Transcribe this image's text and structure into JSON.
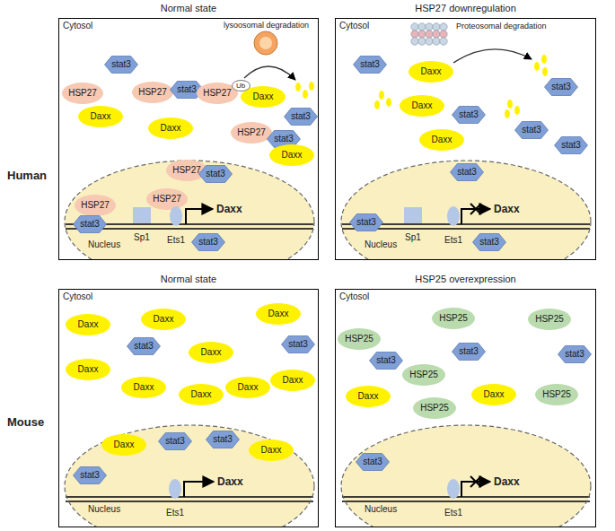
{
  "diagram": {
    "nodes": [
      {
        "text": [
          "Normal state",
          "Cytosol"
        ]
      },
      {
        "text": [
          "stat3"
        ],
        "in": 0
      },
      {
        "text": [
          "HSP27"
        ],
        "in": 0
      },
      {
        "text": [
          "Daxx"
        ],
        "in": 0
      },
      {
        "text": [
          "HSP27"
        ],
        "in": 0
      },
      {
        "text": [
          "stat3"
        ],
        "in": 0
      },
      {
        "text": [
          "HSP27"
        ],
        "in": 0
      },
      {
        "text": [
          "Daxx"
        ],
        "in": 0
      },
      {
        "text": [
          "Ub"
        ],
        "in": 0
      },
      {
        "text": [
          "stat3"
        ],
        "in": 0
      },
      {
        "text": [
          "Daxx"
        ],
        "in": 0
      },
      {
        "text": [
          "HSP27"
        ],
        "in": 0
      },
      {
        "text": [
          "stat3"
        ],
        "in": 0
      },
      {
        "text": [
          "Daxx"
        ],
        "in": 0
      },
      {
        "text": [
          "Nucleus"
        ],
        "in": 0
      },
      {
        "text": [
          "HSP27"
        ],
        "in": 14
      },
      {
        "text": [
          "stat3"
        ],
        "in": 14
      },
      {
        "text": [
          "HSP27"
        ],
        "in": 14
      },
      {
        "text": [
          "stat3"
        ],
        "in": 14
      },
      {
        "text": [
          "Sp1"
        ],
        "in": 14
      },
      {
        "text": [
          "HSP27"
        ],
        "in": 14
      },
      {
        "text": [
          "Ets1"
        ],
        "in": 14
      },
      {
        "text": [
          "stat3"
        ],
        "in": 14
      },
      {
        "text": [
          "HSP27 downregulation",
          "Cytosol"
        ]
      },
      {
        "text": [
          "stat3"
        ],
        "in": 23
      },
      {
        "text": [
          "Daxx"
        ],
        "in": 23
      },
      {
        "text": [
          "Daxx"
        ],
        "in": 23
      },
      {
        "text": [
          "stat3"
        ],
        "in": 23
      },
      {
        "text": [
          "Daxx"
        ],
        "in": 23
      },
      {
        "text": [
          "stat3"
        ],
        "in": 23
      },
      {
        "text": [
          "stat3"
        ],
        "in": 23
      },
      {
        "text": [
          "stat3"
        ],
        "in": 23
      },
      {
        "text": [
          "Nucleus"
        ],
        "in": 23
      },
      {
        "text": [
          "stat3"
        ],
        "in": 32
      },
      {
        "text": [
          "stat3"
        ],
        "in": 32
      },
      {
        "text": [
          "Sp1"
        ],
        "in": 32
      },
      {
        "text": [
          "Ets1"
        ],
        "in": 32
      },
      {
        "text": [
          "stat3"
        ],
        "in": 32
      },
      {
        "text": [
          "Normal state",
          "Cytosol"
        ]
      },
      {
        "text": [
          "Daxx"
        ],
        "in": 38
      },
      {
        "text": [
          "Daxx"
        ],
        "in": 38
      },
      {
        "text": [
          "Daxx"
        ],
        "in": 38
      },
      {
        "text": [
          "stat3"
        ],
        "in": 38
      },
      {
        "text": [
          "Daxx"
        ],
        "in": 38
      },
      {
        "text": [
          "stat3"
        ],
        "in": 38
      },
      {
        "text": [
          "Daxx"
        ],
        "in": 38
      },
      {
        "text": [
          "Daxx"
        ],
        "in": 38
      },
      {
        "text": [
          "Daxx"
        ],
        "in": 38
      },
      {
        "text": [
          "Daxx"
        ],
        "in": 38
      },
      {
        "text": [
          "Daxx"
        ],
        "in": 38
      },
      {
        "text": [
          "Nucleus"
        ],
        "in": 38
      },
      {
        "text": [
          "Daxx"
        ],
        "in": 50
      },
      {
        "text": [
          "stat3"
        ],
        "in": 50
      },
      {
        "text": [
          "stat3"
        ],
        "in": 50
      },
      {
        "text": [
          "Daxx"
        ],
        "in": 50
      },
      {
        "text": [
          "stat3"
        ],
        "in": 50
      },
      {
        "text": [
          "Ets1"
        ],
        "in": 50
      },
      {
        "text": [
          "HSP25 overexpression",
          "Cytosol"
        ]
      },
      {
        "text": [
          "HSP25"
        ],
        "in": 57
      },
      {
        "text": [
          "HSP25"
        ],
        "in": 57
      },
      {
        "text": [
          "HSP25"
        ],
        "in": 57
      },
      {
        "text": [
          "stat3"
        ],
        "in": 57
      },
      {
        "text": [
          "stat3"
        ],
        "in": 57
      },
      {
        "text": [
          "HSP25"
        ],
        "in": 57
      },
      {
        "text": [
          "stat3"
        ],
        "in": 57
      },
      {
        "text": [
          "Daxx"
        ],
        "in": 57
      },
      {
        "text": [
          "HSP25"
        ],
        "in": 57
      },
      {
        "text": [
          "Daxx"
        ],
        "in": 57
      },
      {
        "text": [
          "HSP25"
        ],
        "in": 57
      },
      {
        "text": [
          "Nucleus"
        ],
        "in": 57
      },
      {
        "text": [
          "stat3"
        ],
        "in": 69
      },
      {
        "text": [
          "Ets1"
        ],
        "in": 69
      }
    ],
    "labels": [
      "Human",
      "lysoosomal degradation",
      "Daxx",
      "Proteosomal degradation",
      "Daxx",
      "Mouse",
      "Daxx",
      "Daxx"
    ]
  }
}
